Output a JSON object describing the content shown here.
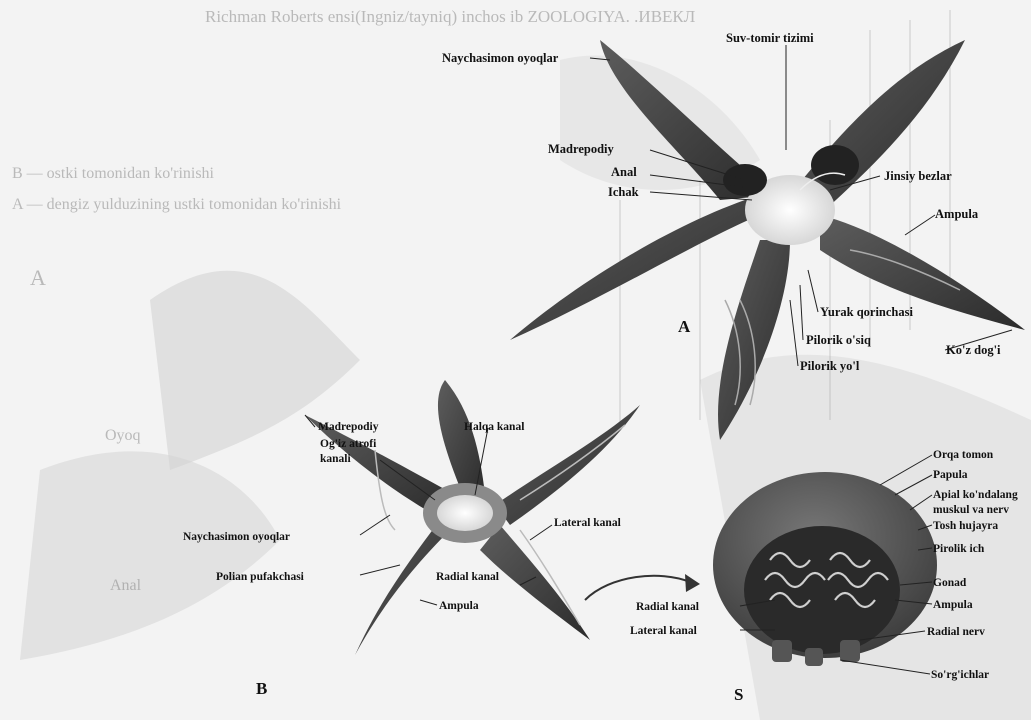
{
  "header_text": "Richman Roberts ensi(Ingniz/tayniq) inchos ib ZOOLOGIYA. .ИВЕКЛ",
  "background_text": {
    "caption_b": "B — ostki tomonidan ko'rinishi",
    "caption_a": "A — dengiz yulduzining ustki tomonidan ko'rinishi",
    "ghost_oyog": "Oyoq",
    "ghost_anal": "Anal",
    "ghost_a": "A"
  },
  "diagram_A": {
    "letter": "A",
    "labels": {
      "naychasimon": "Naychasimon oyoqlar",
      "suv_tomir": "Suv-tomir tizimi",
      "madrepodiy": "Madrepodiy",
      "anal": "Anal",
      "ichak": "Ichak",
      "jinsiy": "Jinsiy bezlar",
      "ampula": "Ampula",
      "yurak": "Yurak qorinchasi",
      "pilorik_osiq": "Pilorik o'siq",
      "pilorik_yol": "Pilorik yo'l",
      "koz": "Ko'z dog'i"
    }
  },
  "diagram_B": {
    "letter": "B",
    "labels": {
      "madrepodiy": "Madrepodiy",
      "ogiz1": "Og'iz atrofi",
      "ogiz2": "kanali",
      "halqa": "Halqa kanal",
      "naychasimon": "Naychasimon oyoqlar",
      "lateral": "Lateral kanal",
      "polian": "Polian pufakchasi",
      "radial": "Radial kanal",
      "ampula": "Ampula"
    }
  },
  "diagram_S": {
    "letter": "S",
    "labels": {
      "orqa": "Orqa tomon",
      "papula": "Papula",
      "apical": "Apial ko'ndalang",
      "muskul": "muskul va nerv",
      "tosh": "Tosh hujayra",
      "pilorik": "Pirolik ich",
      "gonad": "Gonad",
      "ampula": "Ampula",
      "radial_nerv": "Radial nerv",
      "sorgich": "So'rg'ichlar",
      "radial_kanal": "Radial kanal",
      "lateral_kanal": "Lateral kanal"
    }
  }
}
